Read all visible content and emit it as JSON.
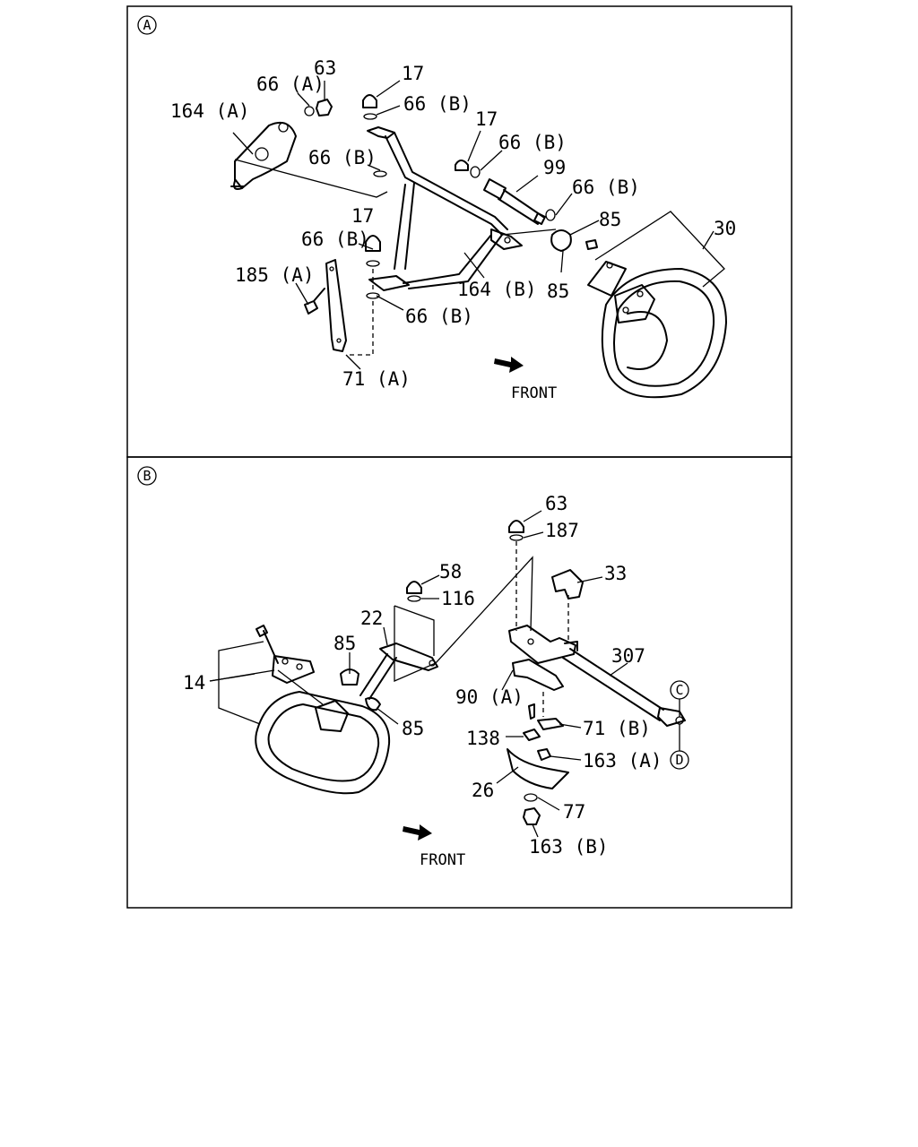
{
  "panels": [
    {
      "marker": "A",
      "labels": {
        "p164a": "164 (A)",
        "p66a": "66 (A)",
        "p63": "63",
        "p17_top": "17",
        "p66b_top": "66 (B)",
        "p66b_left": "66 (B)",
        "p17_mid": "17",
        "p66b_mid": "66 (B)",
        "p99": "99",
        "p66b_right": "66 (B)",
        "p17_low": "17",
        "p66b_low": "66 (B)",
        "p185a": "185 (A)",
        "p85_top": "85",
        "p85_bot": "85",
        "p30": "30",
        "p164b": "164 (B)",
        "p66b_bottom": "66 (B)",
        "p71a": "71 (A)"
      },
      "front_label": "FRONT"
    },
    {
      "marker": "B",
      "labels": {
        "p63": "63",
        "p187": "187",
        "p58": "58",
        "p116": "116",
        "p33": "33",
        "p22": "22",
        "p85_top": "85",
        "p307": "307",
        "p14": "14",
        "p90a": "90 (A)",
        "p85_bot": "85",
        "p71b": "71 (B)",
        "p138": "138",
        "p163a": "163 (A)",
        "p26": "26",
        "p77": "77",
        "p163b": "163 (B)",
        "pC": "C",
        "pD": "D"
      },
      "front_label": "FRONT"
    }
  ]
}
